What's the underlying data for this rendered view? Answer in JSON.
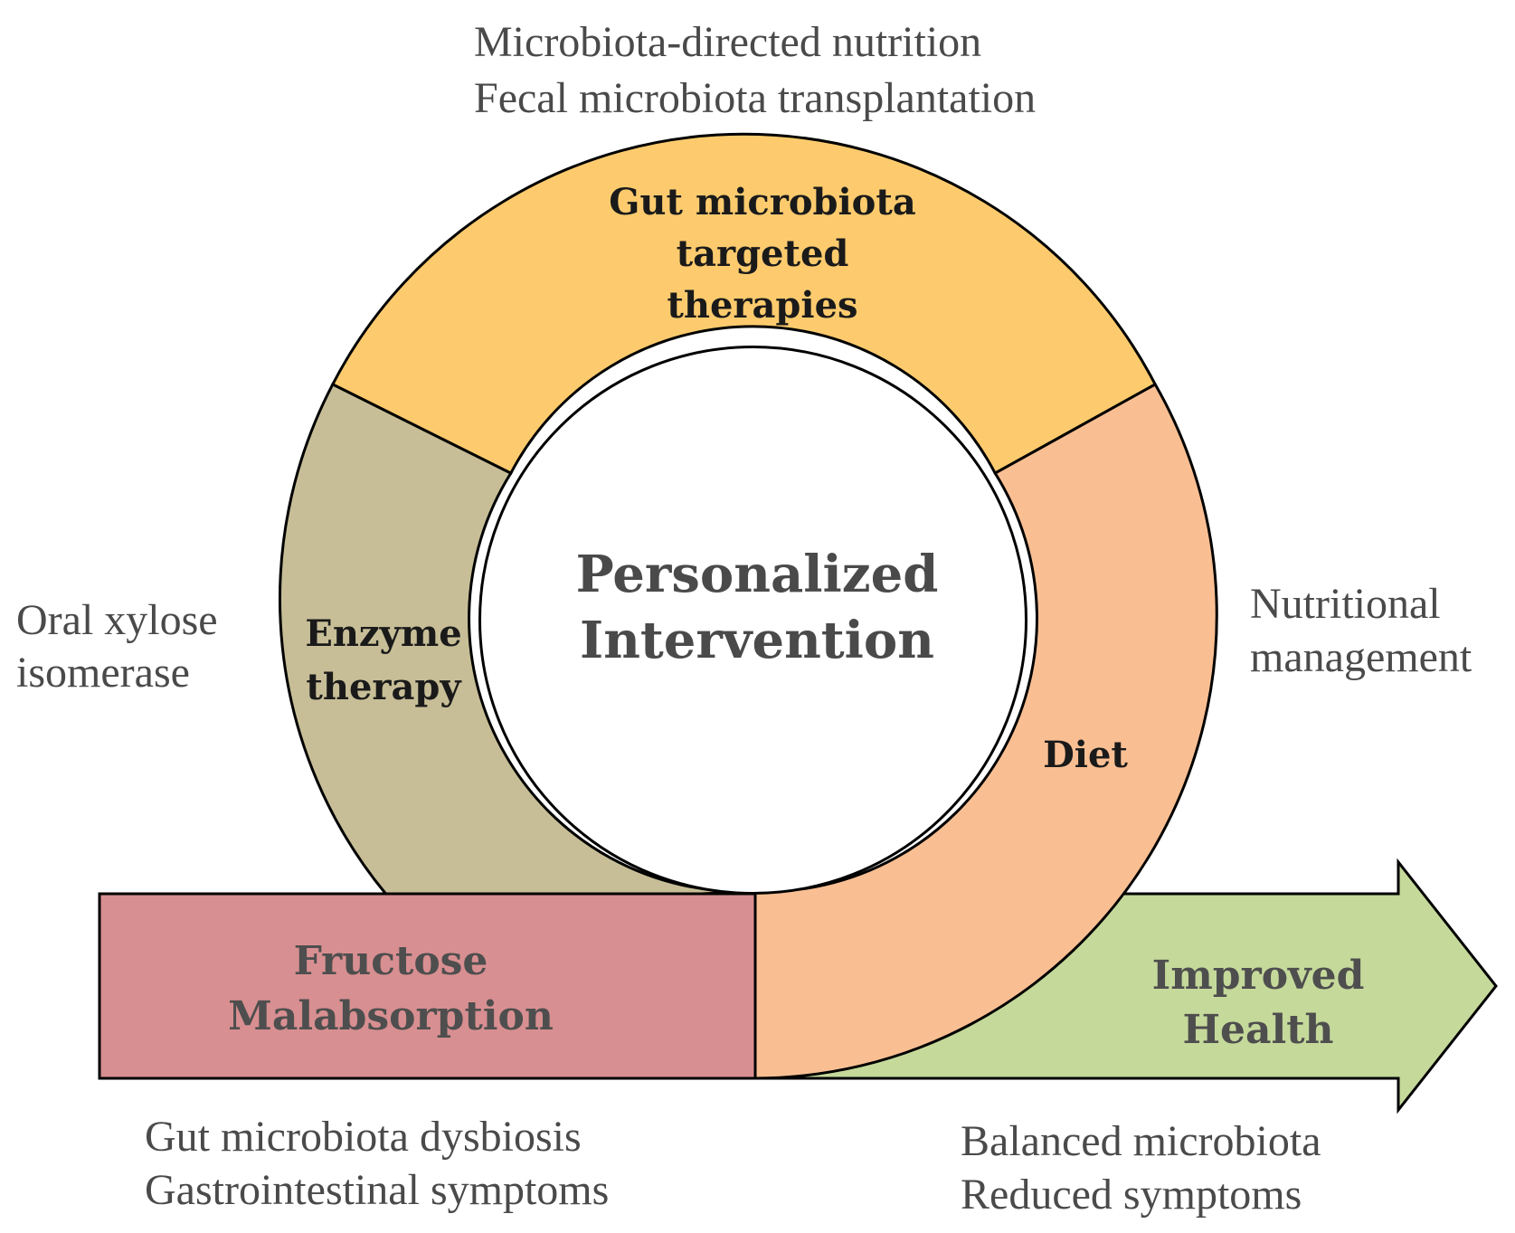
{
  "colors": {
    "gut_segment": "#FDCB6E",
    "enzyme_segment": "#C7BE97",
    "diet_segment": "#F9BF93",
    "fructose_box": "#D88F91",
    "health_arrow": "#C5D99B",
    "outline": "#000000",
    "text_dark": "#1a1a1a",
    "text_gray": "#4a4a4a"
  },
  "top_notes": {
    "line1": "Microbiota-directed nutrition",
    "line2": "Fecal microbiota transplantation"
  },
  "left_notes": {
    "line1": "Oral xylose",
    "line2": "isomerase"
  },
  "right_notes": {
    "line1": "Nutritional",
    "line2": "management"
  },
  "segments": {
    "gut": {
      "line1": "Gut microbiota",
      "line2": "targeted",
      "line3": "therapies"
    },
    "enzyme": {
      "line1": "Enzyme",
      "line2": "therapy"
    },
    "diet": {
      "line1": "Diet"
    }
  },
  "center": {
    "line1": "Personalized",
    "line2": "Intervention"
  },
  "fructose_box": {
    "line1": "Fructose",
    "line2": "Malabsorption"
  },
  "health_arrow": {
    "line1": "Improved",
    "line2": "Health"
  },
  "bottom_left_notes": {
    "line1": "Gut microbiota dysbiosis",
    "line2": "Gastrointestinal symptoms"
  },
  "bottom_right_notes": {
    "line1": "Balanced microbiota",
    "line2": "Reduced symptoms"
  }
}
